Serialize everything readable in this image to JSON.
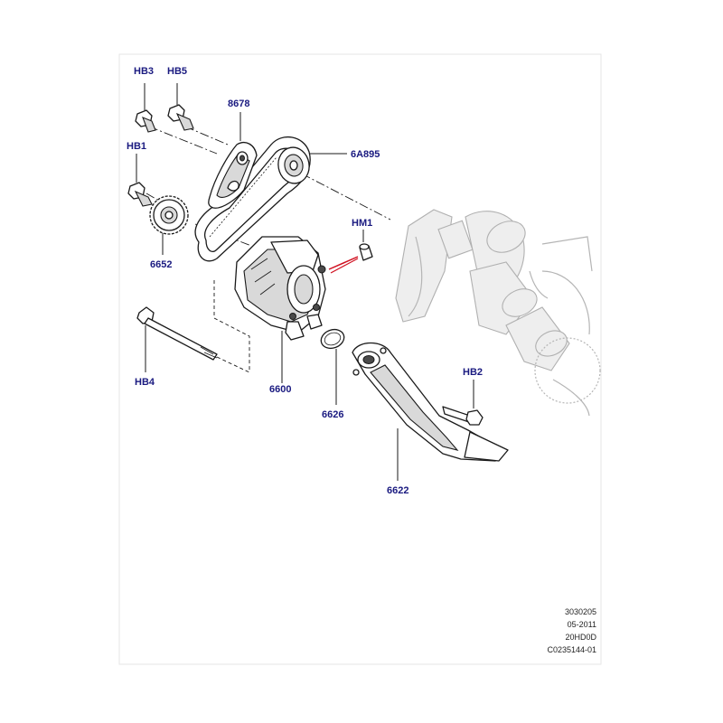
{
  "callouts": {
    "hb3": "HB3",
    "hb5": "HB5",
    "p8678": "8678",
    "p6a895": "6A895",
    "hb1": "HB1",
    "hm1": "HM1",
    "p6652": "6652",
    "hb4": "HB4",
    "p6600": "6600",
    "p6626": "6626",
    "hb2": "HB2",
    "p6622": "6622"
  },
  "footer": {
    "line1": "3030205",
    "line2": "05-2011",
    "line3": "20HD0D",
    "line4": "C0235144-01"
  },
  "colors": {
    "callout_text": "#1a1a80",
    "highlight_leader": "#d01020",
    "line_art": "#1a1a1a",
    "ghost_art": "#b5b5b5"
  }
}
